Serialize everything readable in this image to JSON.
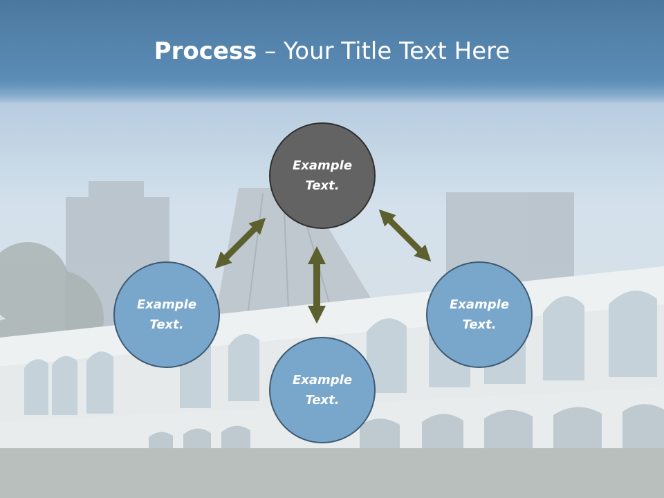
{
  "slide": {
    "title_bold": "Process",
    "title_rest": " – Your Title Text Here"
  },
  "nodes": {
    "top": {
      "line1": "Example",
      "line2": "Text."
    },
    "left": {
      "line1": "Example",
      "line2": "Text."
    },
    "right": {
      "line1": "Example",
      "line2": "Text."
    },
    "bottom": {
      "line1": "Example",
      "line2": "Text."
    }
  },
  "colors": {
    "title_bar": "#5a8db8",
    "node_blue": "#79a7cc",
    "node_dark": "#636363",
    "arrow": "#5c5f2e"
  },
  "background": "faded photo of a white arched aqueduct with a conical cathedral and tall buildings"
}
